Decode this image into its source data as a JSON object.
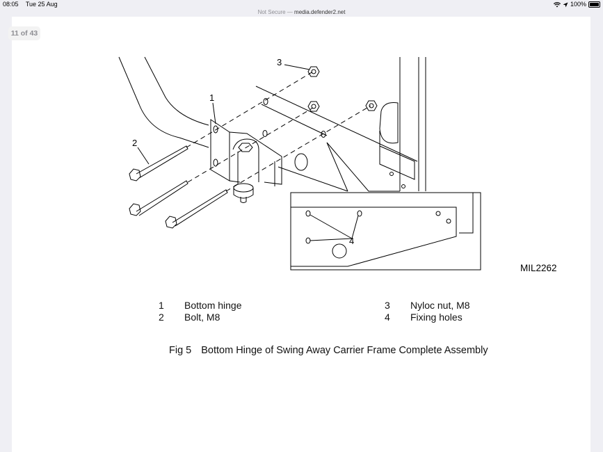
{
  "status_bar": {
    "time": "08:05",
    "date": "Tue 25 Aug",
    "battery": "100%",
    "icons": [
      "wifi-icon",
      "location-icon",
      "battery-icon"
    ]
  },
  "url_bar": {
    "security": "Not Secure —",
    "domain": "media.defender2.net"
  },
  "viewer": {
    "page_counter": "11 of 43"
  },
  "figure": {
    "drawing_ref": "MIL2262",
    "callouts": [
      "1",
      "2",
      "3",
      "4"
    ],
    "legend_left": [
      {
        "num": "1",
        "text": "Bottom hinge"
      },
      {
        "num": "2",
        "text": "Bolt, M8"
      }
    ],
    "legend_right": [
      {
        "num": "3",
        "text": "Nyloc nut, M8"
      },
      {
        "num": "4",
        "text": "Fixing holes"
      }
    ],
    "caption_number": "Fig 5",
    "caption_text": "Bottom Hinge of Swing Away Carrier Frame Complete Assembly"
  }
}
